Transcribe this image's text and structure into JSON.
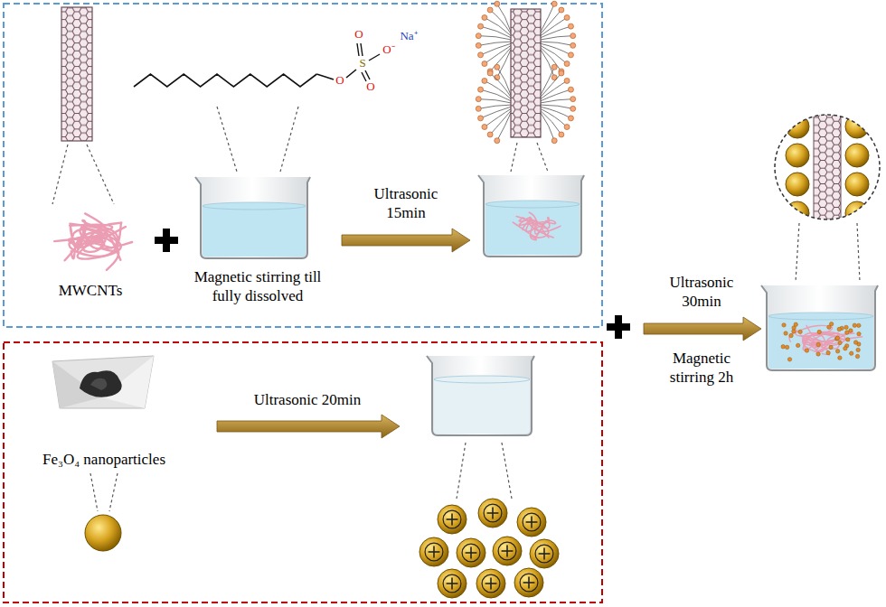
{
  "diagram": {
    "nodes": [
      {
        "text": [
          "MWCNTs"
        ]
      },
      {
        "text": [
          "Magnetic stirring till fully dissolved"
        ]
      },
      {
        "text": [
          "Fe₃O₄ nanoparticles"
        ]
      }
    ],
    "labels": [
      "Na⁺",
      "O",
      "S",
      "O",
      "O⁻",
      "O",
      "Ultrasonic 15min",
      "Ultrasonic 20min",
      "Ultrasonic 30min",
      "Magnetic stirring 2h"
    ]
  }
}
